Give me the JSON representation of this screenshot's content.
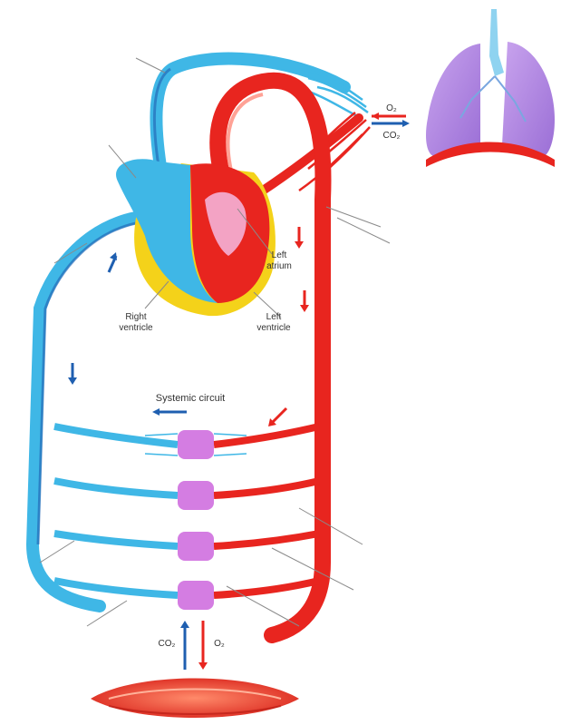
{
  "labels": {
    "right_atrium": "",
    "left_atrium": "Left atrium",
    "right_ventricle": "Right ventricle",
    "left_ventricle": "Left ventricle",
    "systemic_circuit": "Systemic circuit",
    "pulmonary_circuit": "",
    "lung_o2": "O₂",
    "lung_co2": "CO₂",
    "tissue_co2": "CO₂",
    "tissue_o2": "O₂"
  },
  "colors": {
    "oxygenated": "#e8251f",
    "deoxygenated": "#3fb7e6",
    "vein_dark": "#1f5fb0",
    "capillary": "#cc66dd",
    "lung": "#b78de0",
    "pericardium": "#f4d21a",
    "leader": "#8a8a8a"
  },
  "icons": {
    "heart": "heart-icon",
    "lungs": "lungs-icon",
    "tissue": "tissue-icon"
  }
}
